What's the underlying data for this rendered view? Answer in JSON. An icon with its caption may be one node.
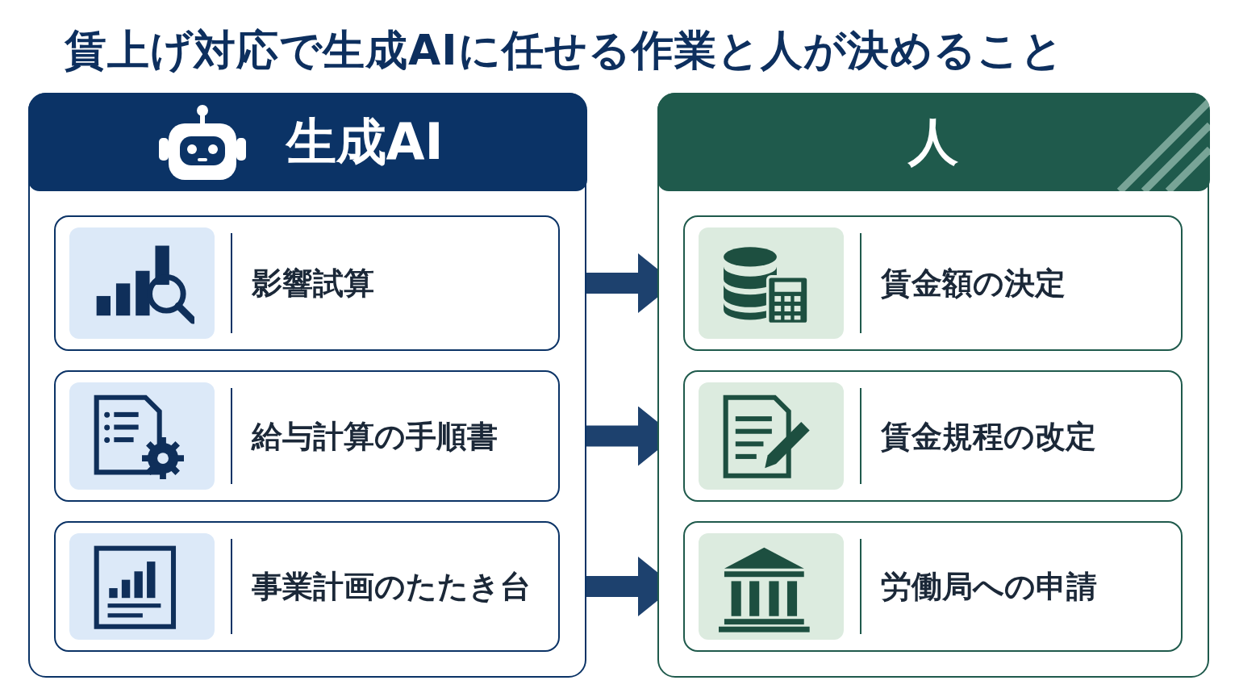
{
  "diagram": {
    "title": "賃上げ対応で生成AIに任せる作業と人が決めること",
    "nodes": [
      {
        "text": [
          "生成AI"
        ]
      },
      {
        "text": [
          "影響試算"
        ],
        "in": 0
      },
      {
        "text": [
          "給与計算の手順書"
        ],
        "in": 0
      },
      {
        "text": [
          "事業計画のたたき台"
        ],
        "in": 0
      },
      {
        "text": [
          "人"
        ]
      },
      {
        "text": [
          "賃金額の決定"
        ],
        "in": 4
      },
      {
        "text": [
          "賃金規程の改定"
        ],
        "in": 4
      },
      {
        "text": [
          "労働局への申請"
        ],
        "in": 4
      }
    ],
    "edges": [
      {
        "from": 1,
        "to": 5,
        "arrow": "to"
      },
      {
        "from": 2,
        "to": 6,
        "arrow": "to"
      },
      {
        "from": 3,
        "to": 7,
        "arrow": "to"
      }
    ]
  }
}
